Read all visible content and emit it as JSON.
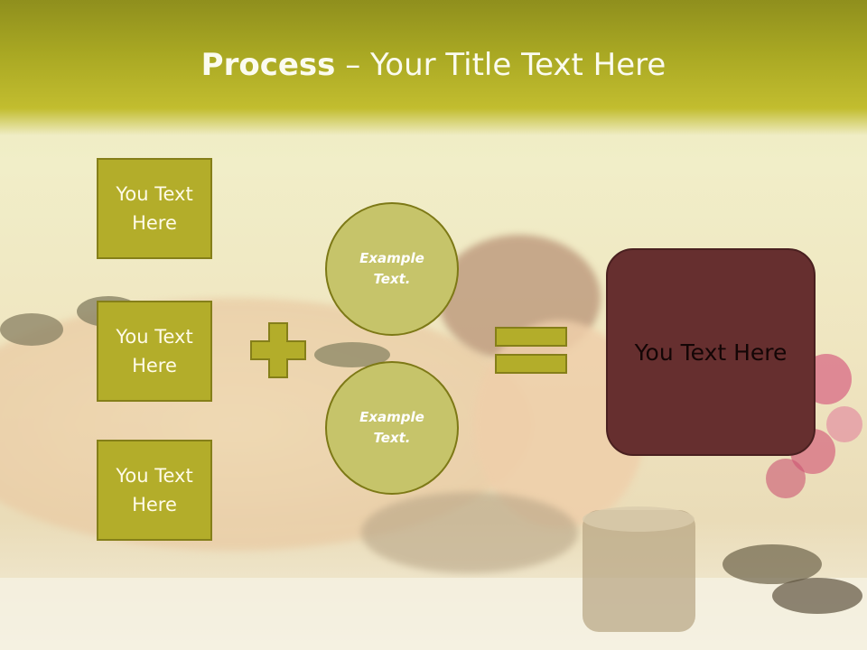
{
  "slide": {
    "title_bold": "Process",
    "title_dash": " – ",
    "title_rest": "Your Title Text Here",
    "boxes": [
      "You Text Here",
      "You Text Here",
      "You Text Here"
    ],
    "circles": [
      "Example Text.",
      "Example Text."
    ],
    "result_text": "You Text Here",
    "colors": {
      "header": "#a9a823",
      "box": "#b3ad2a",
      "circle": "#c6c46a",
      "result": "#662f2f"
    },
    "icons": {
      "plus": "plus-icon",
      "equals": "equals-icon"
    }
  }
}
